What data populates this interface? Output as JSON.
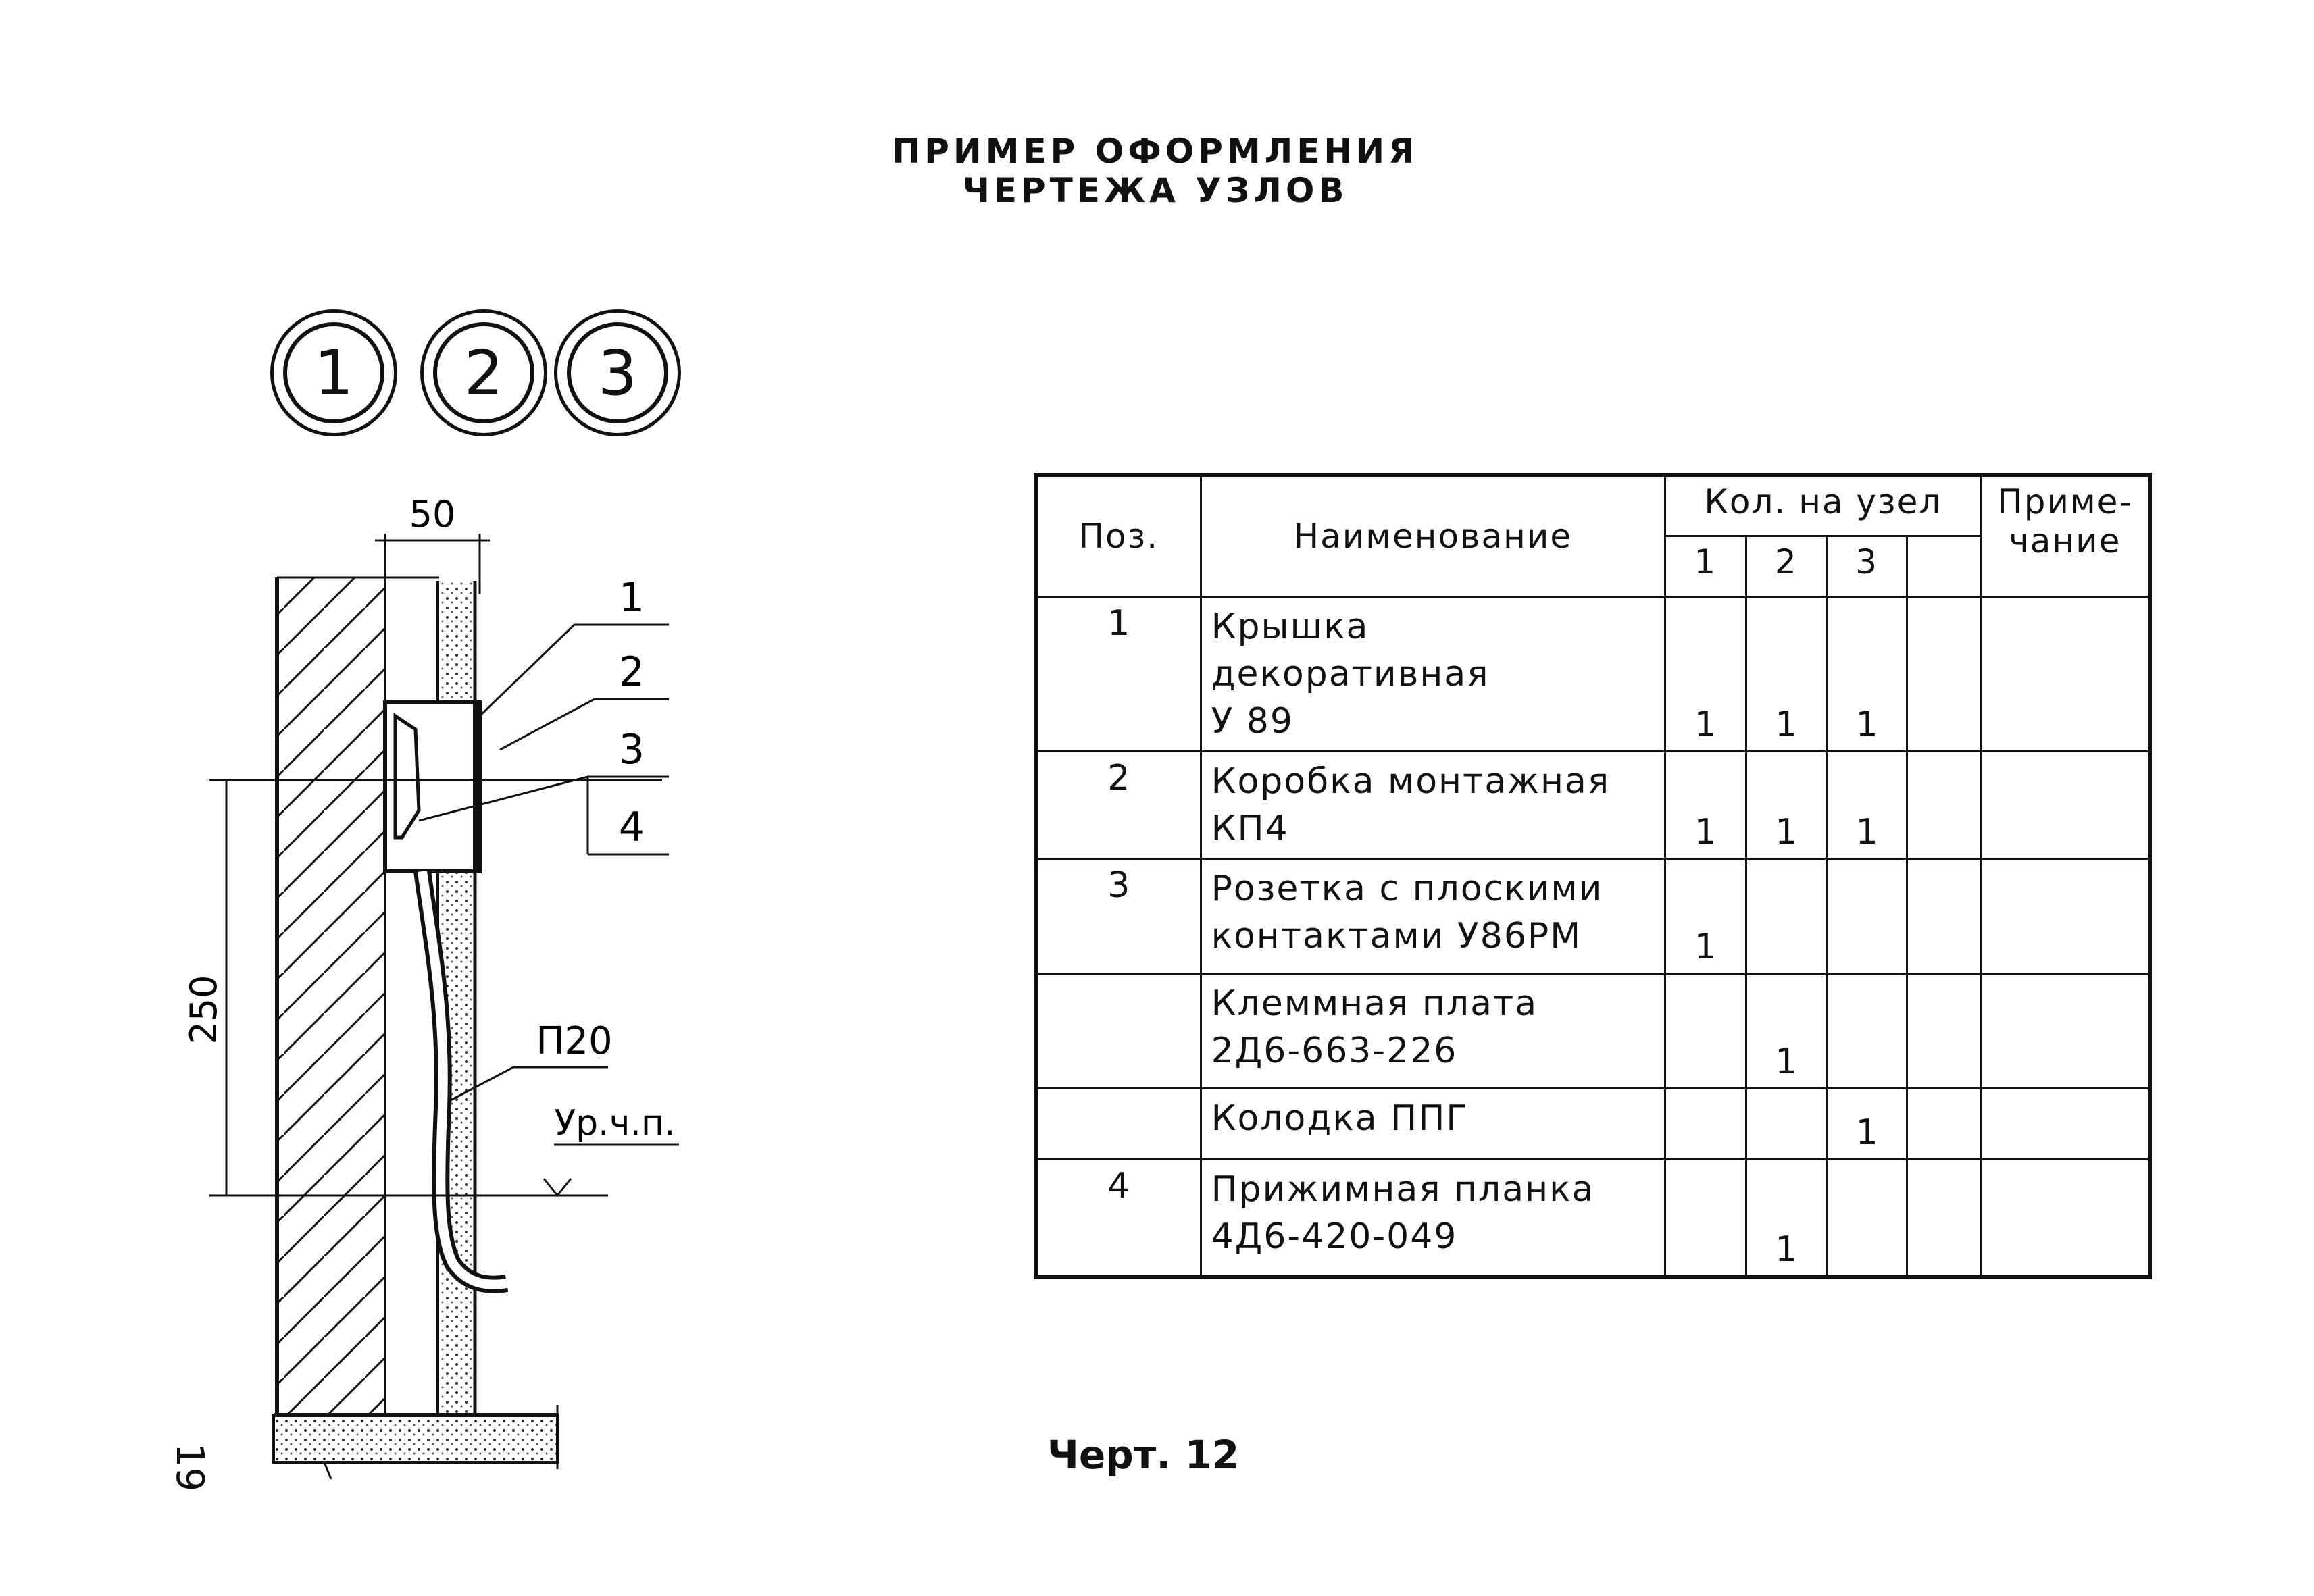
{
  "title": "ПРИМЕР ОФОРМЛЕНИЯ ЧЕРТЕЖА УЗЛОВ",
  "node_markers": [
    "1",
    "2",
    "3"
  ],
  "drawing": {
    "dim_width": "50",
    "dim_height": "250",
    "callouts": [
      "1",
      "2",
      "3",
      "4"
    ],
    "cable_label": "П20",
    "floor_level_label": "Ур.ч.п."
  },
  "table": {
    "headers": {
      "pos": "Поз.",
      "name": "Наименование",
      "qty_group": "Кол. на узел",
      "qty_cols": [
        "1",
        "2",
        "3",
        ""
      ],
      "note": "Приме-\nчание"
    },
    "rows": [
      {
        "pos": "1",
        "name": "Крышка декоративная\n У 89",
        "q1": "1",
        "q2": "1",
        "q3": "1",
        "q4": "",
        "note": ""
      },
      {
        "pos": "2",
        "name": "Коробка монтажная КП4",
        "q1": "1",
        "q2": "1",
        "q3": "1",
        "q4": "",
        "note": ""
      },
      {
        "pos": "3",
        "name": "Розетка с плоскими\nконтактами У86РМ",
        "q1": "1",
        "q2": "",
        "q3": "",
        "q4": "",
        "note": ""
      },
      {
        "pos": "",
        "name": "Клеммная плата\n2Д6-663-226",
        "q1": "",
        "q2": "1",
        "q3": "",
        "q4": "",
        "note": ""
      },
      {
        "pos": "",
        "name": "Колодка ППГ",
        "q1": "",
        "q2": "",
        "q3": "1",
        "q4": "",
        "note": ""
      },
      {
        "pos": "4",
        "name": "Прижимная планка\n4Д6-420-049",
        "q1": "",
        "q2": "1",
        "q3": "",
        "q4": "",
        "note": ""
      }
    ]
  },
  "caption": "Черт. 12",
  "page_number": "19"
}
